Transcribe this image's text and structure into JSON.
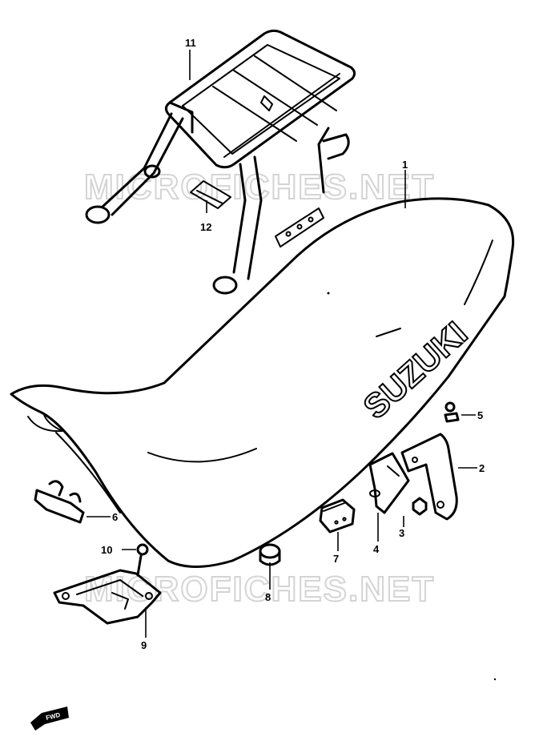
{
  "watermark": "MICROFICHES.NET",
  "brand_logo": "SUZUKI",
  "callouts": [
    "1",
    "2",
    "3",
    "4",
    "5",
    "6",
    "7",
    "8",
    "9",
    "10",
    "11",
    "12"
  ],
  "front_marker": "FWD"
}
